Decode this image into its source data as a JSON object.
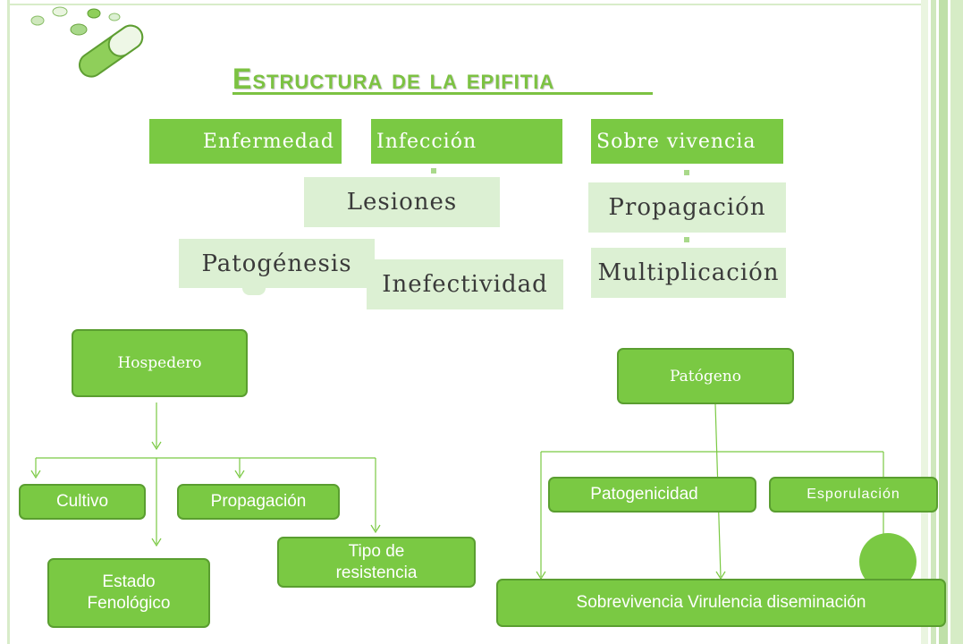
{
  "title": "Estructura de la epifitia",
  "colors": {
    "accent": "#7cc242",
    "box_solid": "#7ac943",
    "box_light": "#dcf0d3",
    "box_border": "#5a9e30"
  },
  "top_diagram": {
    "headers": [
      "Enfermedad",
      "Infección",
      "Sobre vivencia"
    ],
    "middle_items": [
      "Lesiones",
      "Patogénesis",
      "Inefectividad"
    ],
    "right_items": [
      "Propagación",
      "Multiplicación"
    ]
  },
  "hospedero_tree": {
    "root": "Hospedero",
    "children": [
      "Cultivo",
      "Propagación",
      "Estado Fenológico",
      "Tipo de resistencia"
    ]
  },
  "patogeno_tree": {
    "root": "Patógeno",
    "children": [
      "Patogenicidad",
      "Esporulación"
    ],
    "bottom": "Sobrevivencia Virulencia diseminación"
  }
}
